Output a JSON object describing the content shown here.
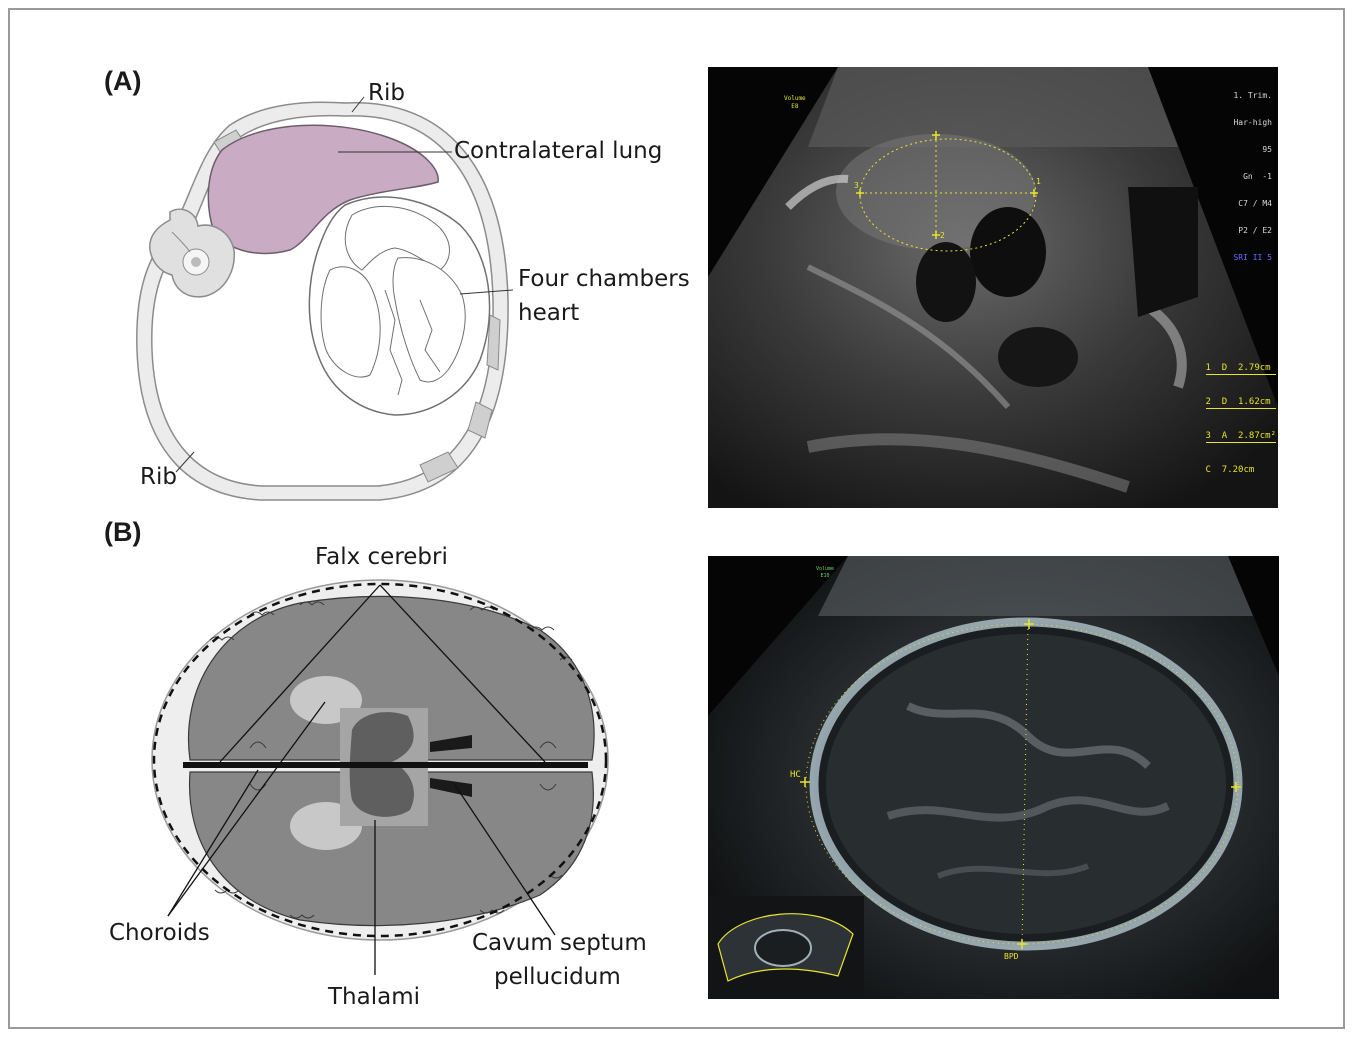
{
  "panels": {
    "a": {
      "letter": "(A)",
      "labels": {
        "rib_top": "Rib",
        "lung": "Contralateral lung",
        "heart_line1": "Four chambers",
        "heart_line2": "heart",
        "rib_bottom": "Rib"
      },
      "overlay": {
        "volume_top": "Volume",
        "volume_bottom": "E8",
        "settings": [
          "1. Trim.",
          "Har-high",
          "95",
          "Gn  -1",
          "C7 / M4",
          "P2 / E2",
          "SRI II 5"
        ],
        "caliper_marks": [
          "1",
          "2",
          "3"
        ],
        "measurements": [
          "1  D  2.79cm",
          "2  D  1.62cm",
          "3  A  2.87cm²",
          "C  7.20cm"
        ]
      }
    },
    "b": {
      "letter": "(B)",
      "labels": {
        "falx": "Falx cerebri",
        "choroids": "Choroids",
        "thalami": "Thalami",
        "cavum_line1": "Cavum septum",
        "cavum_line2": "pellucidum"
      },
      "overlay": {
        "volume_top": "Volume",
        "volume_bottom": "E10",
        "hc": "HC",
        "bpd": "BPD"
      }
    }
  },
  "colors": {
    "lung": "#c9abc4",
    "brain_grey": "#878787",
    "choroid": "#c8c8c8",
    "thalami": "#5f5f5f",
    "caliper_yellow": "#e8e52a",
    "frame": "#9a9a9a"
  }
}
